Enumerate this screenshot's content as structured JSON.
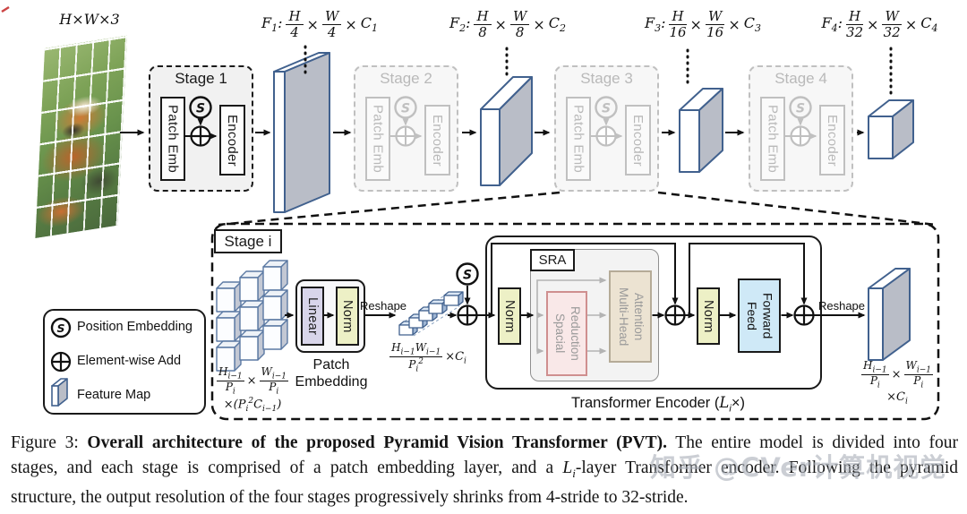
{
  "colors": {
    "ink": "#1a1a1a",
    "slab_stroke": "#41618e",
    "slab_side": "#b9bdc7",
    "norm_fill": "#edf0c6",
    "linear_fill": "#d8d5ea",
    "ff_fill": "#cfe9f7",
    "sr_fill": "#f9e8e8",
    "sr_border": "#cf8f8f",
    "mha_fill": "#ece3d2",
    "mha_border": "#b5ab97",
    "ghost": "#c0c0c0"
  },
  "top": {
    "input_label": {
      "h": "H",
      "x1": "×",
      "w": "W",
      "x2": "×",
      "c": "3"
    },
    "stages": [
      {
        "title": "Stage 1",
        "patch": "Patch Emb",
        "encoder": "Encoder"
      },
      {
        "title": "Stage 2",
        "patch": "Patch Emb",
        "encoder": "Encoder"
      },
      {
        "title": "Stage 3",
        "patch": "Patch Emb",
        "encoder": "Encoder"
      },
      {
        "title": "Stage 4",
        "patch": "Patch Emb",
        "encoder": "Encoder"
      }
    ],
    "features": [
      {
        "f": "F",
        "fs": "1",
        "colon": ":",
        "n1": "H",
        "d1": "4",
        "x1": "×",
        "n2": "W",
        "d2": "4",
        "x2": "×",
        "c": "C",
        "cs": "1"
      },
      {
        "f": "F",
        "fs": "2",
        "colon": ":",
        "n1": "H",
        "d1": "8",
        "x1": "×",
        "n2": "W",
        "d2": "8",
        "x2": "×",
        "c": "C",
        "cs": "2"
      },
      {
        "f": "F",
        "fs": "3",
        "colon": ":",
        "n1": "H",
        "d1": "16",
        "x1": "×",
        "n2": "W",
        "d2": "16",
        "x2": "×",
        "c": "C",
        "cs": "3"
      },
      {
        "f": "F",
        "fs": "4",
        "colon": ":",
        "n1": "H",
        "d1": "32",
        "x1": "×",
        "n2": "W",
        "d2": "32",
        "x2": "×",
        "c": "C",
        "cs": "4"
      }
    ]
  },
  "detail": {
    "title": "Stage i",
    "grid_label": {
      "n1": "H",
      "n1s": "i−1",
      "d1": "P",
      "d1s": "i",
      "x": "×",
      "n2": "W",
      "n2s": "i−1",
      "d2": "P",
      "d2s": "i",
      "l2a": "×(P",
      "l2sub": "i",
      "l2sup": "2",
      "l2b": "C",
      "l2bs": "i−1",
      "l2c": ")"
    },
    "patch_embedding": {
      "linear": "Linear",
      "norm": "Norm",
      "caption1": "Patch",
      "caption2": "Embedding"
    },
    "reshape1": "Reshape",
    "reshape2": "Reshape",
    "token_label": {
      "na": "H",
      "nas": "i−1",
      "nb": "W",
      "nbs": "i−1",
      "d": "P",
      "ds": "i",
      "dsup": "2",
      "x": "×",
      "c": "C",
      "cs": "i"
    },
    "encoder": {
      "norm1": "Norm",
      "sra": "SRA",
      "sr1": "Spacial",
      "sr2": "Reduction",
      "mha1": "Multi-Head",
      "mha2": "Attention",
      "norm2": "Norm",
      "ff1": "Feed",
      "ff2": "Forward",
      "label_a": "Transformer Encoder (",
      "label_b": "L",
      "label_bs": "i",
      "label_c": "×)"
    },
    "out_label": {
      "n1": "H",
      "n1s": "i−1",
      "d1": "P",
      "d1s": "i",
      "x": "×",
      "n2": "W",
      "n2s": "i−1",
      "d2": "P",
      "d2s": "i",
      "l2": "×C",
      "l2s": "i"
    }
  },
  "legend": {
    "position_glyph": "S",
    "items": [
      {
        "label": "Position Embedding"
      },
      {
        "label": "Element-wise Add"
      },
      {
        "label": "Feature Map"
      }
    ]
  },
  "caption": {
    "prefix": "Figure 3: ",
    "bold": "Overall architecture of the proposed Pyramid Vision Transformer (PVT).",
    "l1_rest": " The entire model is divided into four",
    "l2a": "stages, and each stage is comprised of a patch embedding layer, and a ",
    "li": "L",
    "lis": "i",
    "l2b": "-layer Transformer encoder. Following the pyramid",
    "l3": "structure, the output resolution of the four stages progressively shrinks from 4-stride to 32-stride."
  },
  "watermark": "知乎 @CVer计算机视觉"
}
